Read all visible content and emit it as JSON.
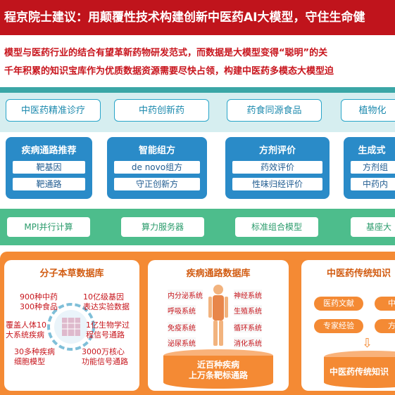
{
  "title": "程京院士建议：用颠覆性技术构建创新中医药AI大模型，守住生命健",
  "subtitle_lines": [
    "模型与医药行业的结合有望革新药物研发范式，而数据是大模型变得“聪明”的关",
    "千年积累的知识宝库作为优质数据资源需要尽快占领，构建中医药多模态大模型迫"
  ],
  "top_tags": [
    "中医药精准诊疗",
    "中药创新药",
    "药食同源食品",
    "植物化"
  ],
  "modules": [
    {
      "title": "疾病通路推荐",
      "items": [
        "靶基因",
        "靶通路"
      ]
    },
    {
      "title": "智能组方",
      "items": [
        "de novo组方",
        "守正创新方"
      ]
    },
    {
      "title": "方剂评价",
      "items": [
        "药效评价",
        "性味归经评价"
      ]
    },
    {
      "title": "生成式",
      "items": [
        "方剂组",
        "中药内"
      ]
    }
  ],
  "compute_tags": [
    "MPI并行计算",
    "算力服务器",
    "标准组合模型",
    "基座大"
  ],
  "db_molecular": {
    "title": "分子本草数据库",
    "labels": [
      "900种中药",
      "300种食品",
      "10亿级基因",
      "表达实验数据",
      "覆盖人体10",
      "大系统疾病",
      "1亿生物学过",
      "程信号通路",
      "30多种疾病",
      "细胞模型",
      "3000万核心",
      "功能信号通路"
    ]
  },
  "db_disease": {
    "title": "疾病通路数据库",
    "systems_left": [
      "内分泌系统",
      "呼吸系统",
      "免疫系统",
      "泌尿系统"
    ],
    "systems_right": [
      "神经系统",
      "生殖系统",
      "循环系统",
      "消化系统"
    ],
    "footer_lines": [
      "近百种疾病",
      "上万条靶标通路"
    ]
  },
  "db_tcm": {
    "title": "中医药传统知识",
    "items": [
      "医药文献",
      "中药",
      "专家经验",
      "方剂"
    ],
    "footer": "中医药传统知识"
  },
  "colors": {
    "title_bg": "#c0141c",
    "teal": "#2aa5c9",
    "blue": "#2a8bc8",
    "green": "#4dbd8c",
    "orange": "#f48a34"
  }
}
